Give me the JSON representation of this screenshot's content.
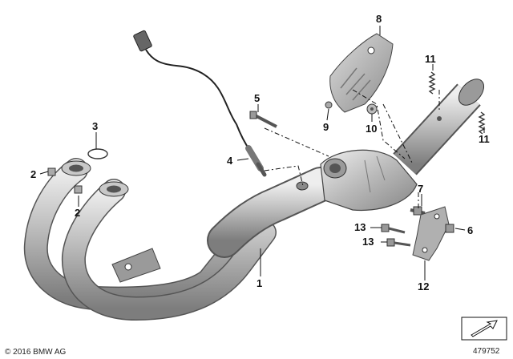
{
  "callouts": {
    "c1": "1",
    "c2a": "2",
    "c2b": "2",
    "c3": "3",
    "c4": "4",
    "c5": "5",
    "c6": "6",
    "c7": "7",
    "c8": "8",
    "c9": "9",
    "c10": "10",
    "c11a": "11",
    "c11b": "11",
    "c12": "12",
    "c13a": "13",
    "c13b": "13"
  },
  "footer": {
    "copyright": "© 2016 BMW AG",
    "diagram_number": "479752"
  },
  "colors": {
    "pipe_light": "#e4e4e4",
    "pipe_mid": "#b4b4b4",
    "pipe_dark": "#7a7a7a",
    "line": "#111111"
  }
}
